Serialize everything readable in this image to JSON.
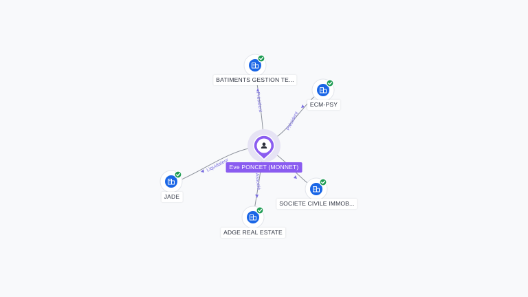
{
  "graph": {
    "center": {
      "name": "Eve PONCET (MONNET)",
      "icon": "person-icon"
    },
    "entities": [
      {
        "id": "batiments",
        "name": "BATIMENTS GESTION TE...",
        "icon": "building-icon",
        "verified_icon": "check-badge-icon"
      },
      {
        "id": "ecm",
        "name": "ECM-PSY",
        "icon": "building-icon",
        "verified_icon": "check-badge-icon"
      },
      {
        "id": "jade",
        "name": "JADE",
        "icon": "building-icon",
        "verified_icon": "check-badge-icon"
      },
      {
        "id": "adge",
        "name": "ADGE REAL ESTATE",
        "icon": "building-icon",
        "verified_icon": "check-badge-icon"
      },
      {
        "id": "societe",
        "name": "SOCIETE CIVILE IMMOB...",
        "icon": "building-icon",
        "verified_icon": "check-badge-icon"
      }
    ],
    "relations": [
      {
        "to": "batiments",
        "label": "Président"
      },
      {
        "to": "ecm",
        "label": "Président"
      },
      {
        "to": "jade",
        "label": "Liquidateur"
      },
      {
        "to": "adge",
        "label": "Associé"
      },
      {
        "to": "societe",
        "label": ""
      }
    ]
  },
  "colors": {
    "entity": "#1a66e6",
    "verified": "#1e9c53",
    "person": "#8a5cf0",
    "relation_label": "#7b6fe0"
  }
}
